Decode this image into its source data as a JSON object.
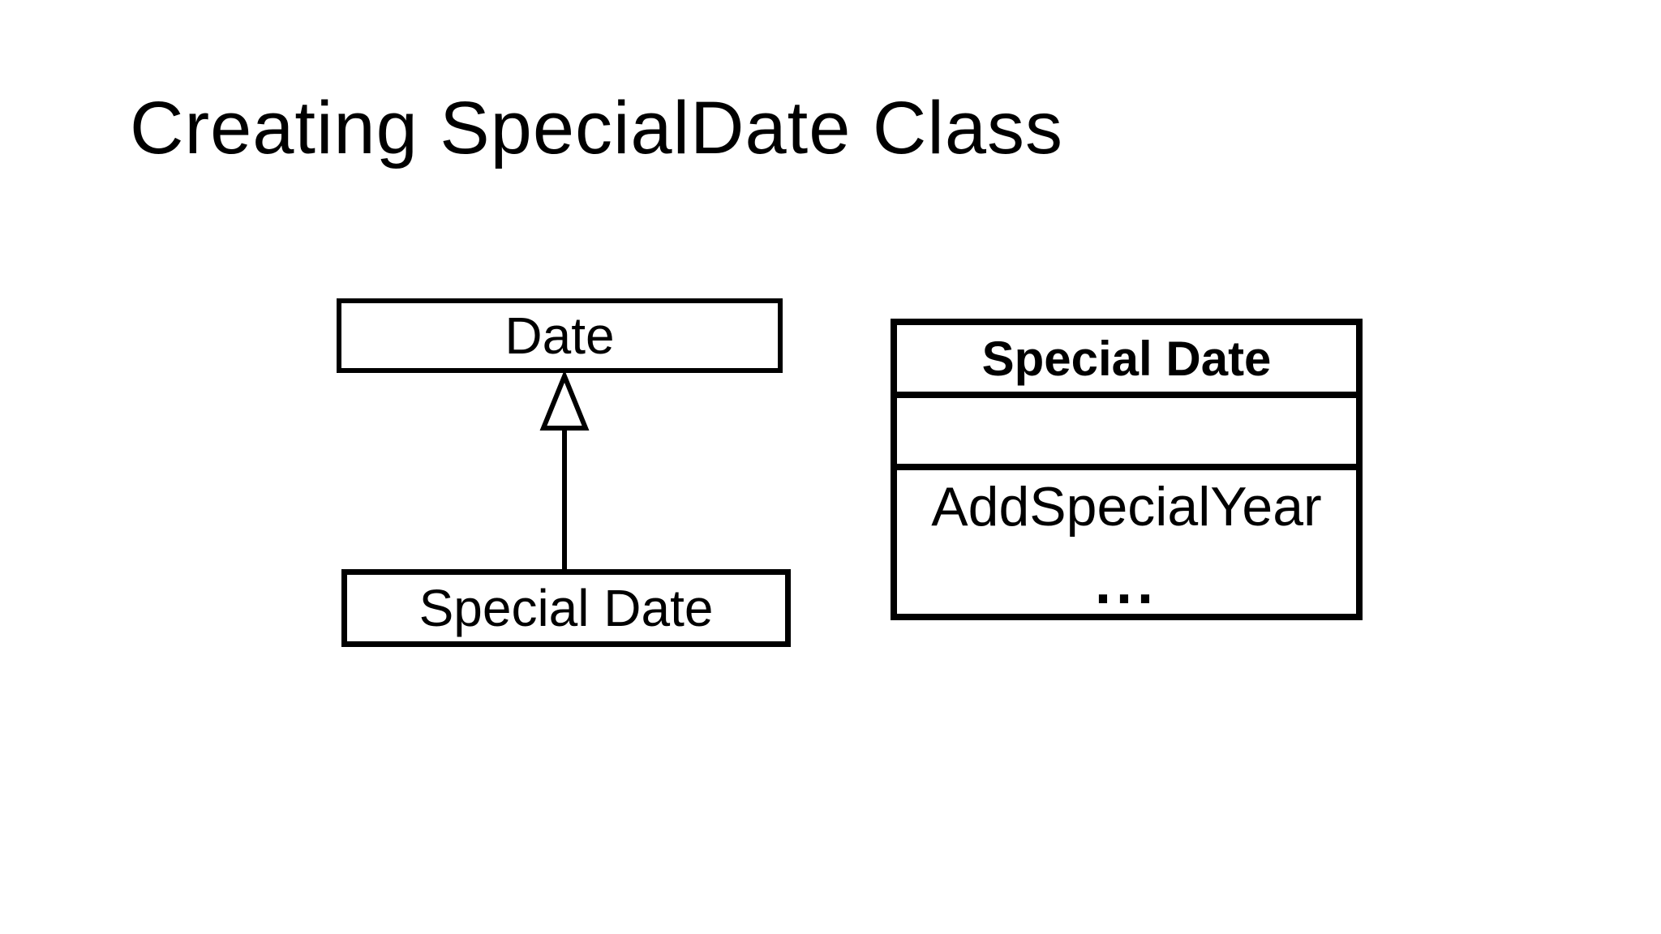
{
  "slide": {
    "title": "Creating SpecialDate Class"
  },
  "inheritance_diagram": {
    "parent_class_label": "Date",
    "child_class_label": "Special Date",
    "arrow_icon": "uml-inheritance-arrow"
  },
  "class_box": {
    "name": "Special Date",
    "attributes_text": "",
    "methods": [
      "AddSpecialYear",
      "..."
    ]
  },
  "colors": {
    "background": "#ffffff",
    "ink": "#000000"
  }
}
